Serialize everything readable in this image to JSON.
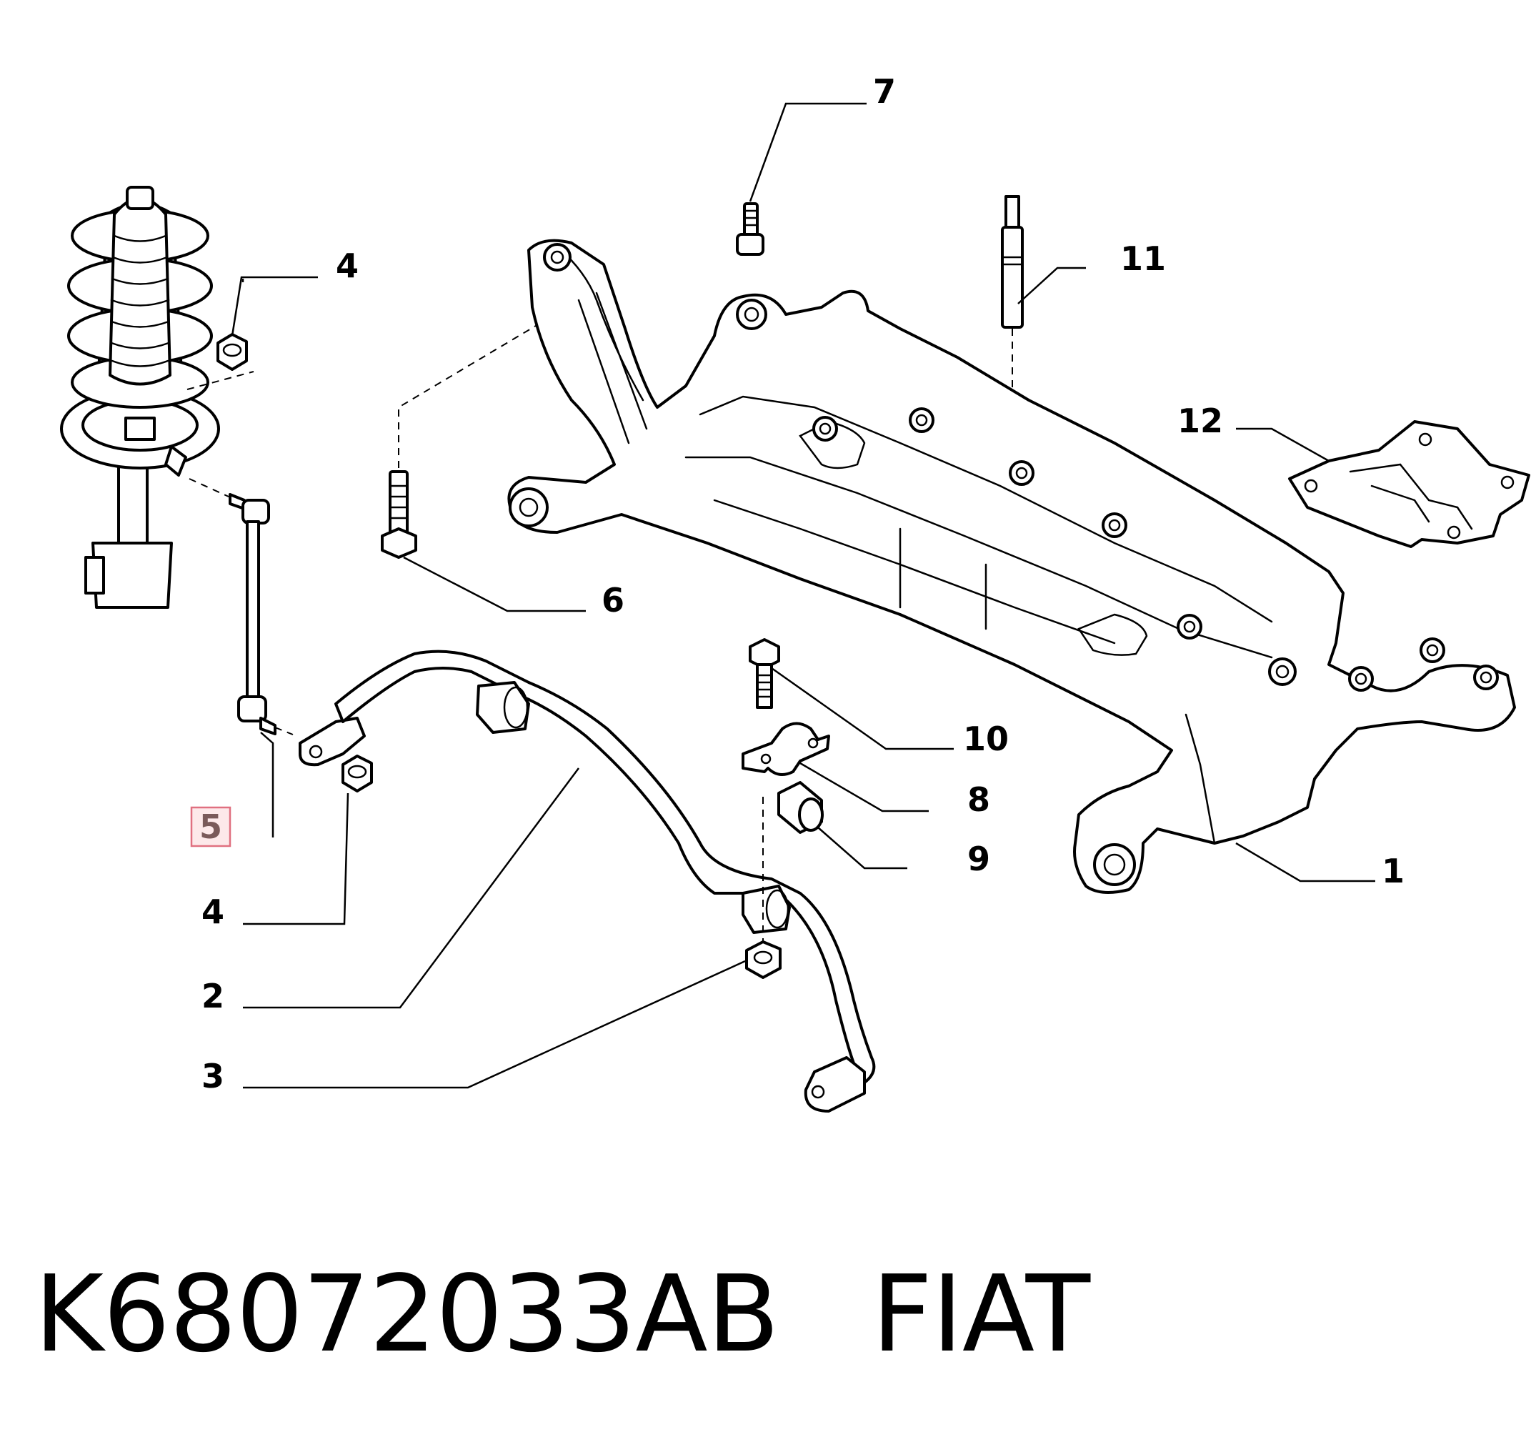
{
  "callouts": {
    "c1": "1",
    "c2": "2",
    "c3": "3",
    "c4a": "4",
    "c4b": "4",
    "c5": "5",
    "c6": "6",
    "c7": "7",
    "c8": "8",
    "c9": "9",
    "c10": "10",
    "c11": "11",
    "c12": "12"
  },
  "highlighted_callout": "5",
  "footer": {
    "part_number": "K68072033AB",
    "brand": "FIAT"
  }
}
